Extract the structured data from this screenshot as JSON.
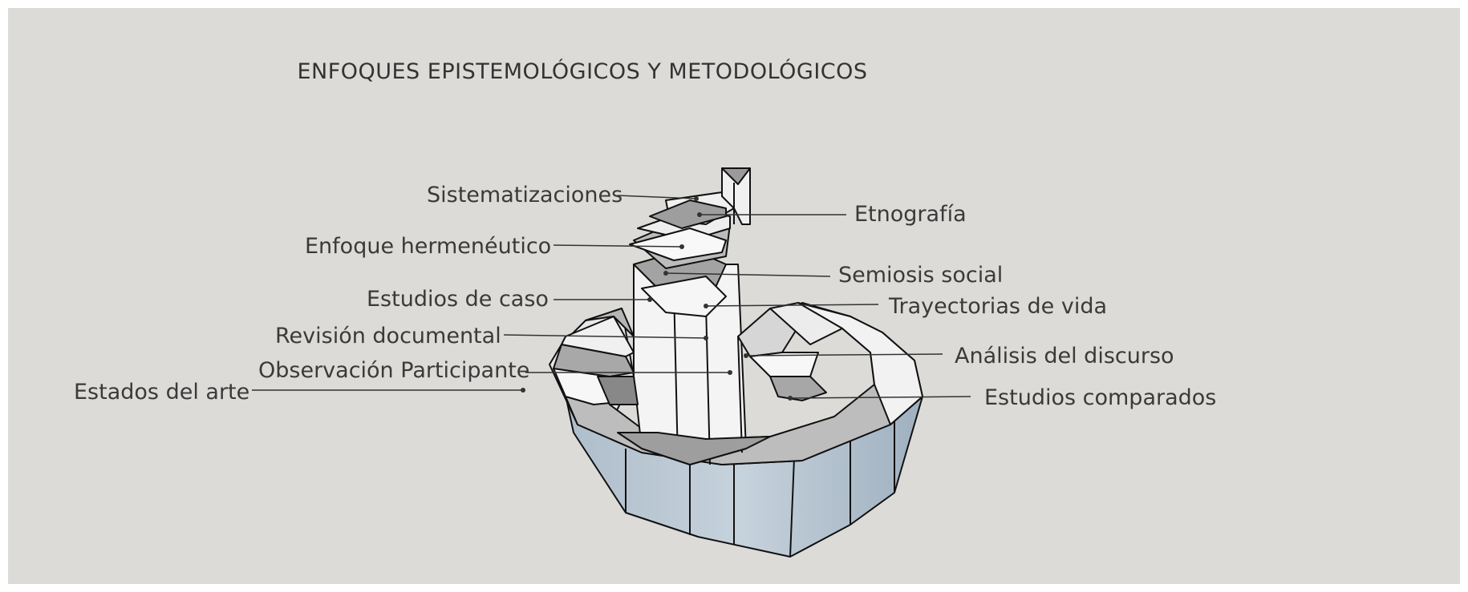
{
  "title": "ENFOQUES EPISTEMOLÓGICOS Y METODOLÓGICOS",
  "labels": {
    "sistematizaciones": "Sistematizaciones",
    "etnografia": "Etnografía",
    "enfoque_hermeneutico": "Enfoque hermenéutico",
    "semiosis_social": "Semiosis social",
    "estudios_de_caso": "Estudios de caso",
    "trayectorias_de_vida": "Trayectorias de vida",
    "revision_documental": "Revisión documental",
    "analisis_del_discurso": "Análisis del discurso",
    "observacion_participante": "Observación Participante",
    "estudios_comparados": "Estudios comparados",
    "estados_del_arte": "Estados del arte"
  },
  "colors": {
    "background": "#dcdbd8",
    "stair_side": "#b9c6d2",
    "step_top": "#f4f4f4",
    "step_shadow": "#a9a9a9",
    "leader": "#333333"
  }
}
